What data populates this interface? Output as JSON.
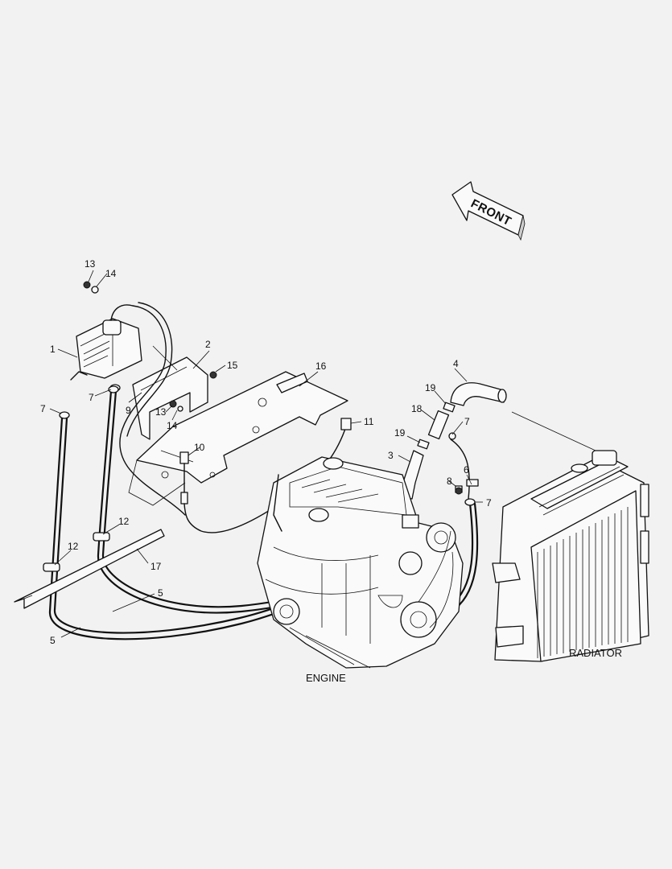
{
  "labels": {
    "front": "FRONT",
    "engine": "ENGINE",
    "radiator": "RADIATOR"
  },
  "callouts": [
    "1",
    "2",
    "3",
    "4",
    "5",
    "5",
    "6",
    "7",
    "7",
    "7",
    "7",
    "8",
    "9",
    "10",
    "11",
    "12",
    "12",
    "13",
    "13",
    "14",
    "14",
    "15",
    "16",
    "17",
    "18",
    "19",
    "19"
  ]
}
